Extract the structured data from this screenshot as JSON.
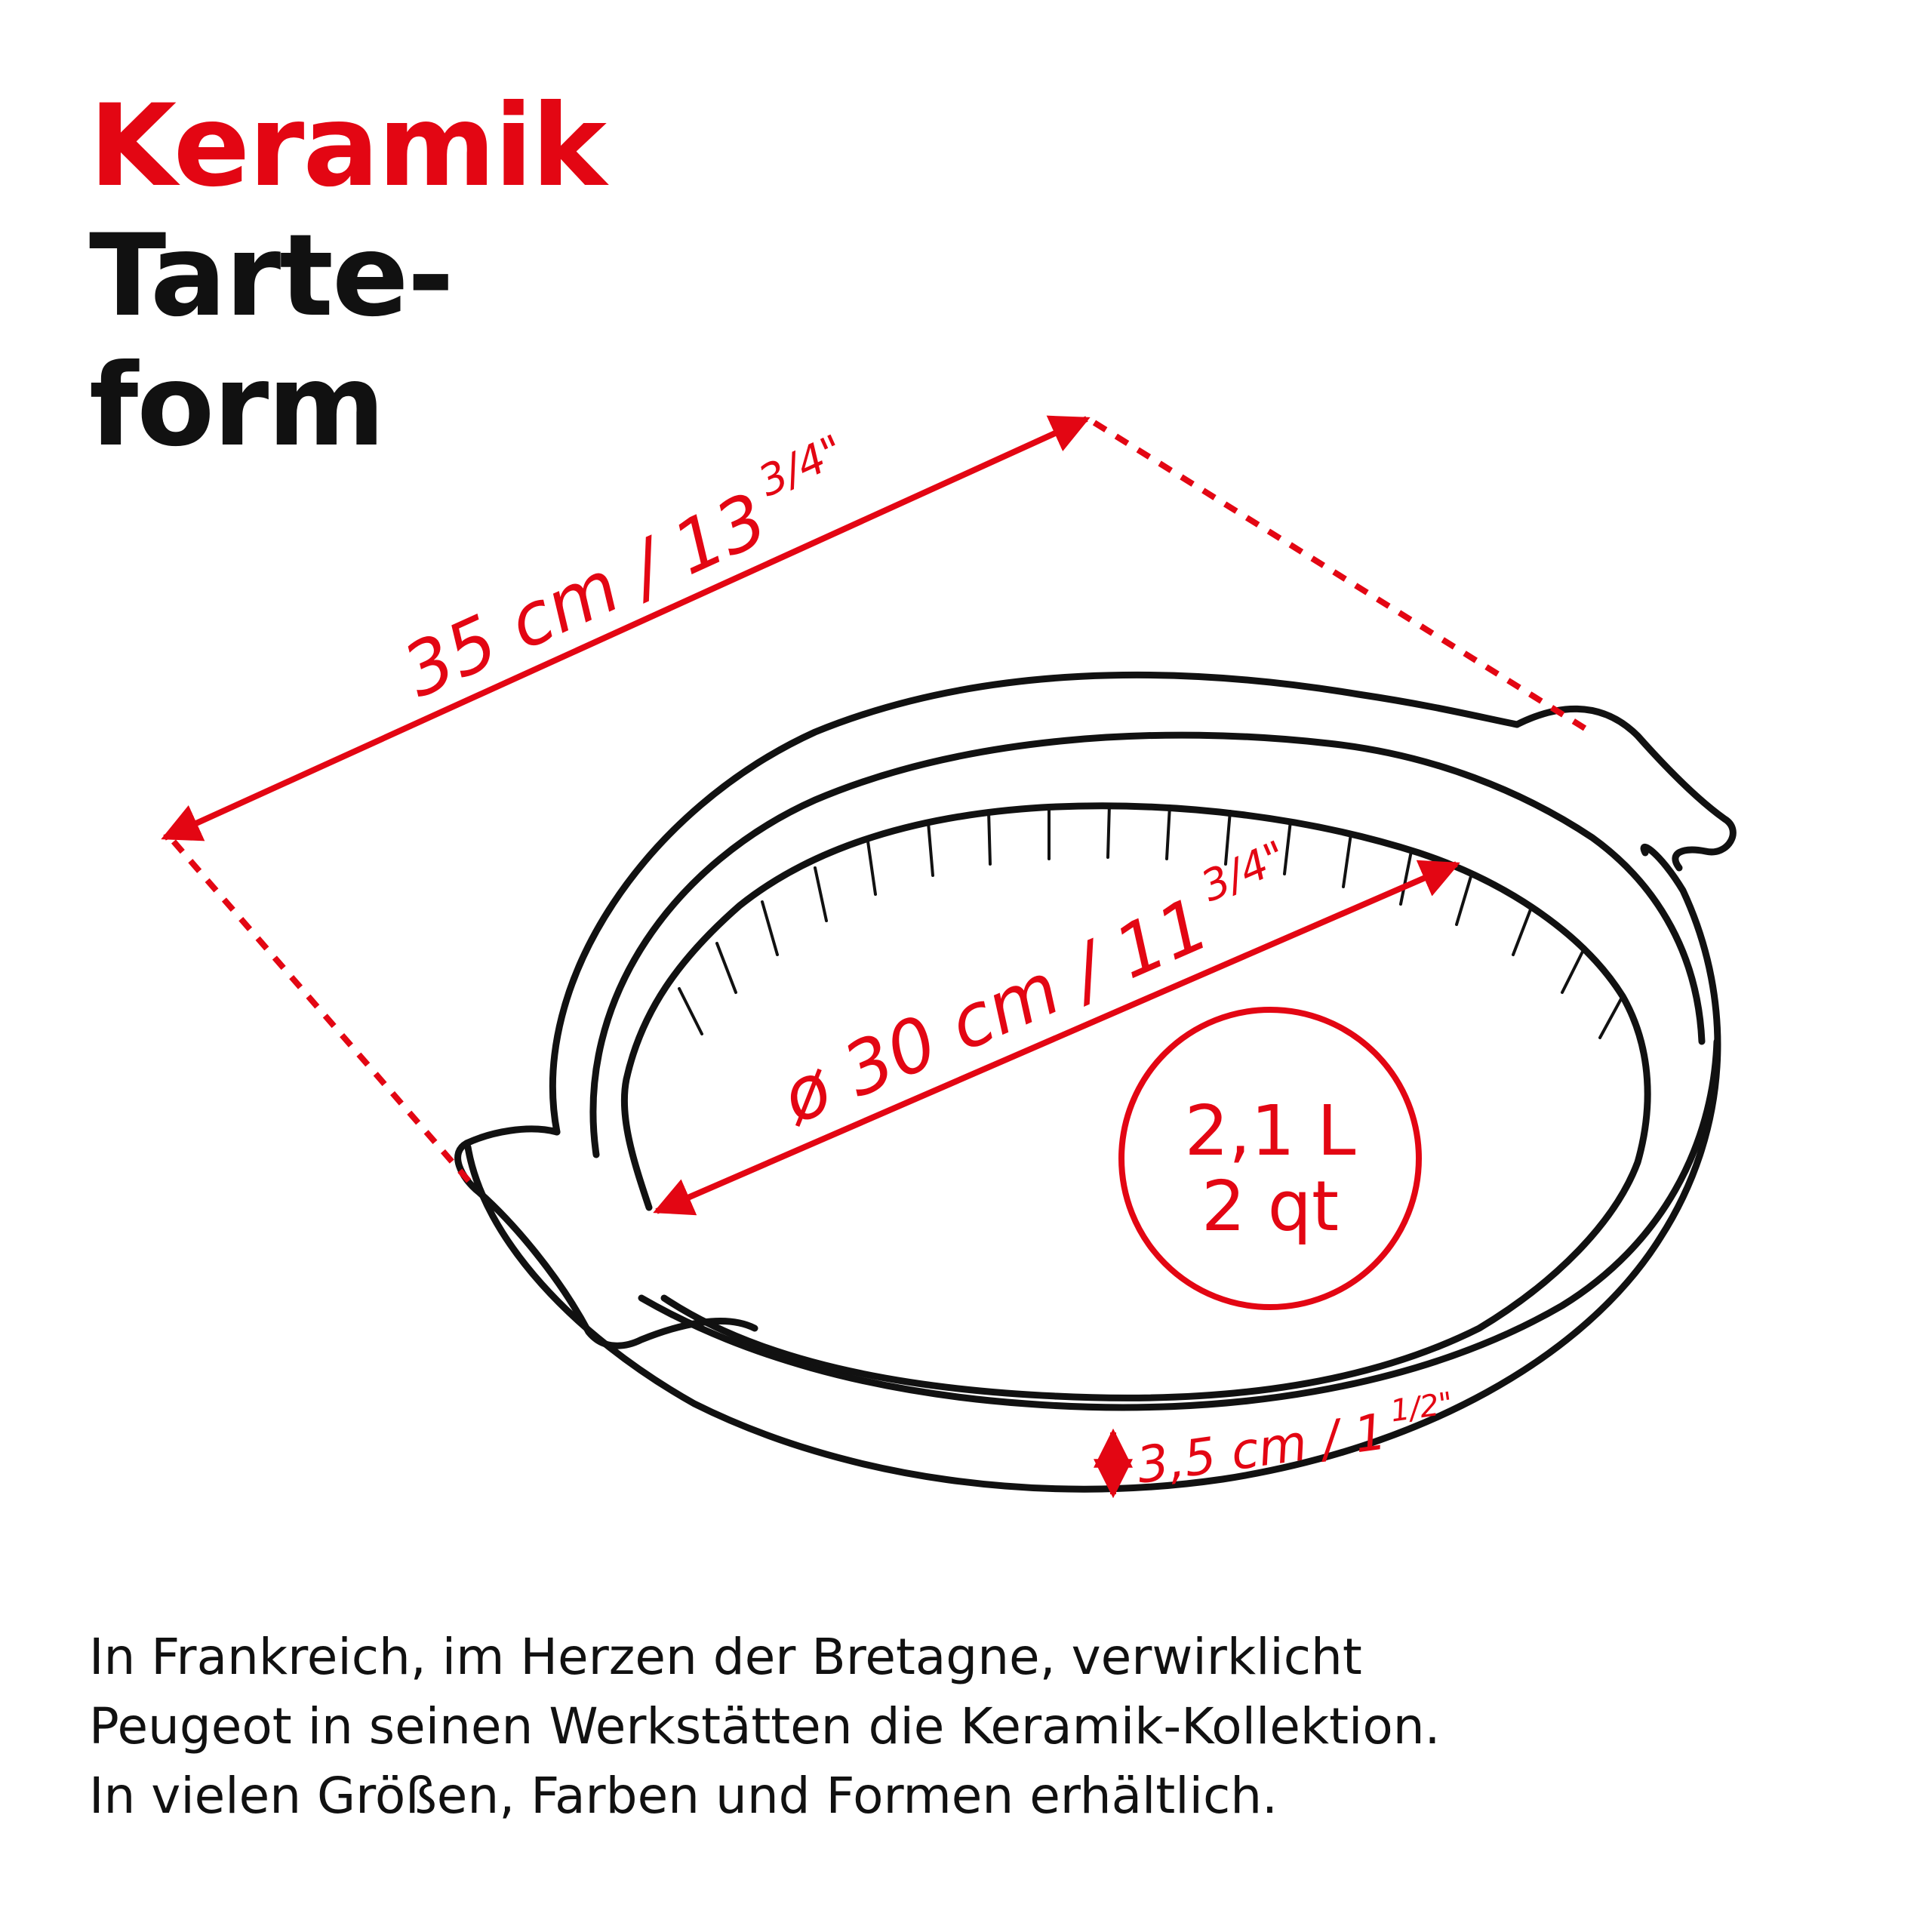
{
  "title": {
    "accent": "Keramik",
    "line1": "Tarte-",
    "line2": "form"
  },
  "dimensions": {
    "length": "35 cm / 13",
    "length_fraction": "3/4\"",
    "diameter": "ø 30 cm / 11",
    "diameter_fraction": "3/4\"",
    "height": "3,5 cm / 1",
    "height_fraction": "1/2\""
  },
  "capacity": {
    "liters": "2,1 L",
    "quarts": "2 qt"
  },
  "description": [
    "In Frankreich, im Herzen der Bretagne, verwirklicht",
    "Peugeot in seinen Werkstätten die Keramik-Kollektion.",
    "In vielen Größen, Farben und Formen erhältlich."
  ],
  "colors": {
    "accent": "#e30613",
    "text": "#111111",
    "background": "#ffffff"
  }
}
